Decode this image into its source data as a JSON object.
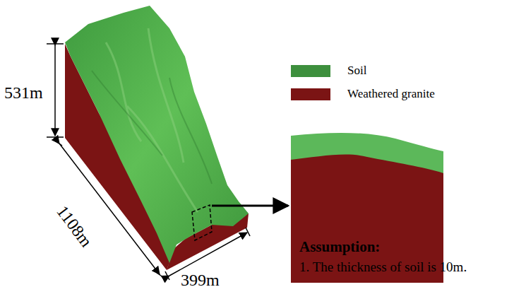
{
  "diagram": {
    "labels": [
      "531m",
      "1108m",
      "399m",
      "Assumption:",
      "1. The thickness of soil is 10m."
    ],
    "legend": [
      {
        "text": "Soil",
        "color": "#3d8f3d"
      },
      {
        "text": "Weathered granite",
        "color": "#7b1414"
      }
    ]
  }
}
